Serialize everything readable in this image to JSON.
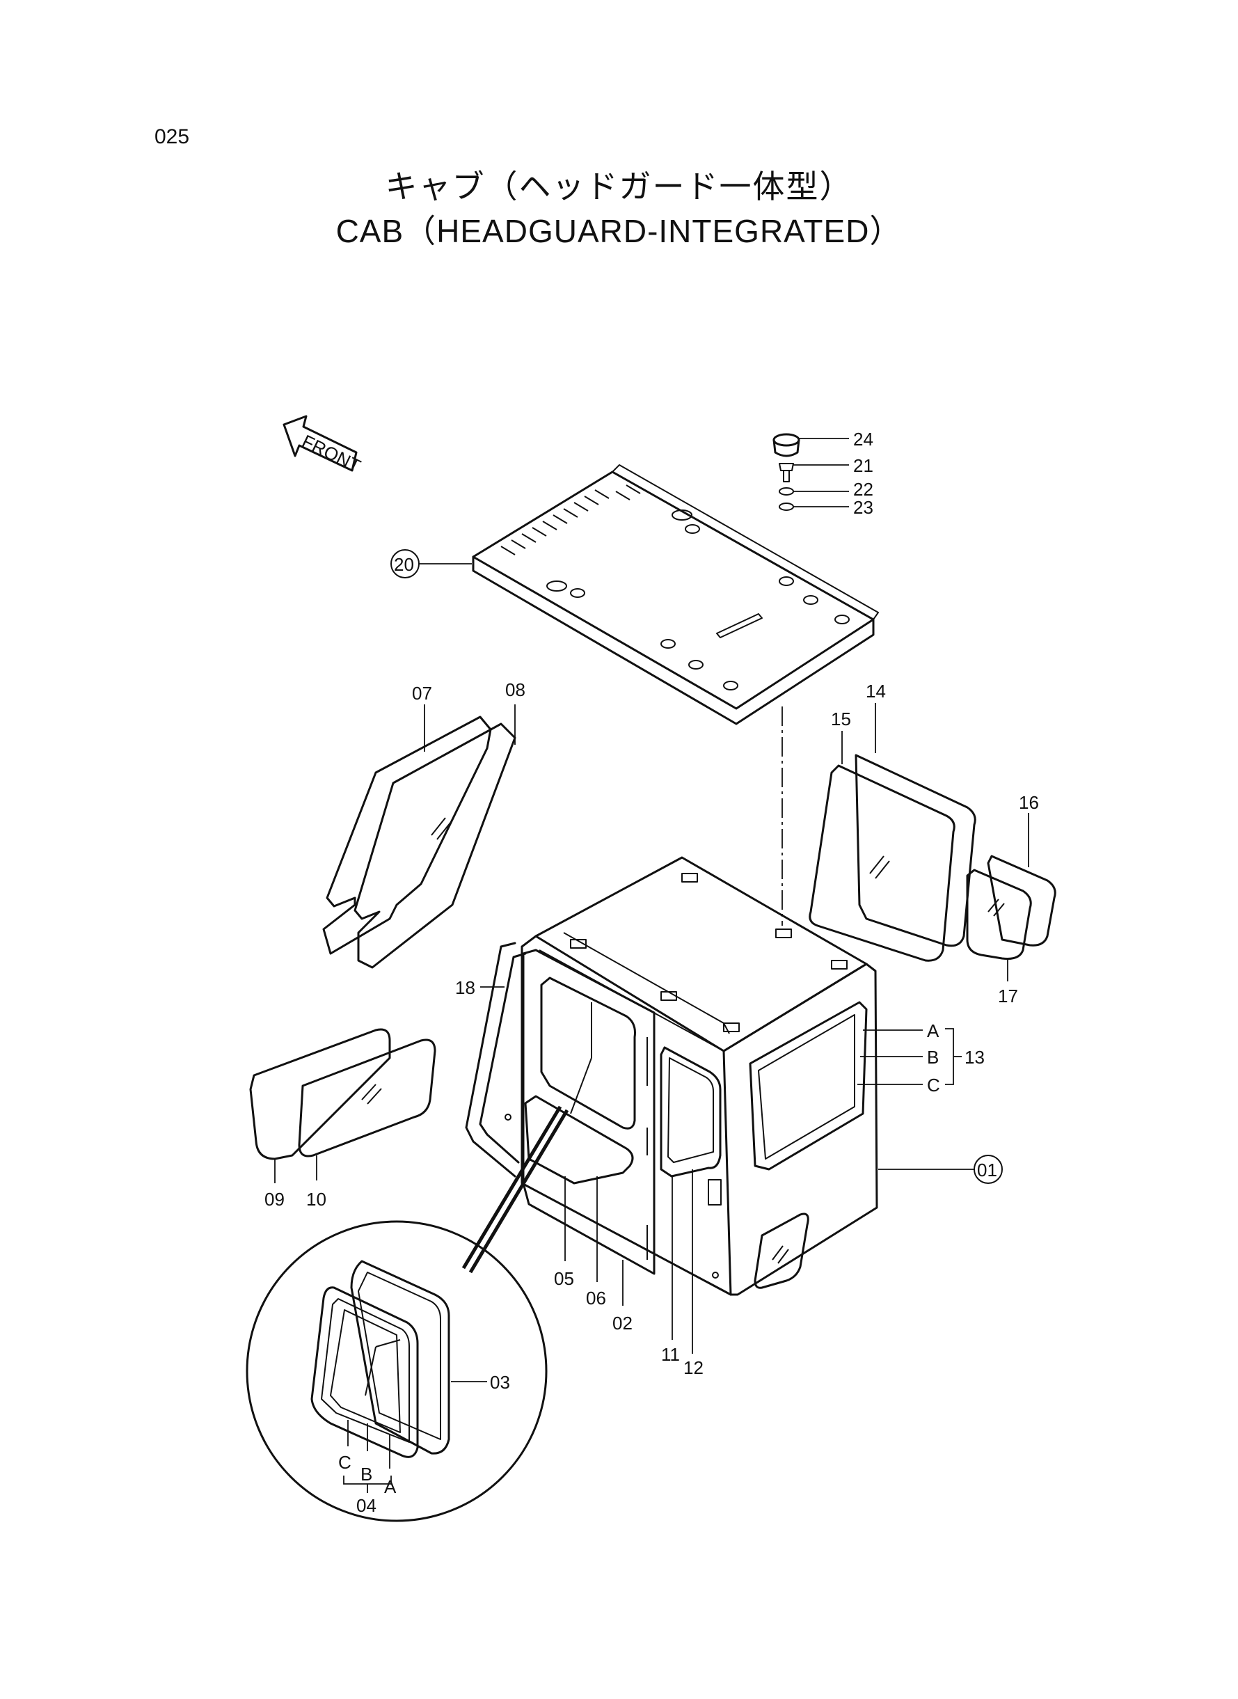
{
  "page_number": "025",
  "title_jp": "キャブ（ヘッドガード一体型）",
  "title_en": "CAB（HEADGUARD-INTEGRATED）",
  "front_label": "FRONT",
  "callouts": {
    "p24": "24",
    "p21": "21",
    "p22": "22",
    "p23": "23",
    "p20": "20",
    "p07": "07",
    "p08": "08",
    "p14": "14",
    "p15": "15",
    "p16": "16",
    "p17": "17",
    "p18": "18",
    "p13": "13",
    "A": "A",
    "B": "B",
    "C": "C",
    "p01": "01",
    "p09": "09",
    "p10": "10",
    "p05": "05",
    "p06": "06",
    "p02": "02",
    "p11": "11",
    "p12": "12",
    "p03": "03",
    "dC": "C",
    "dB": "B",
    "dA": "A",
    "p04": "04"
  }
}
